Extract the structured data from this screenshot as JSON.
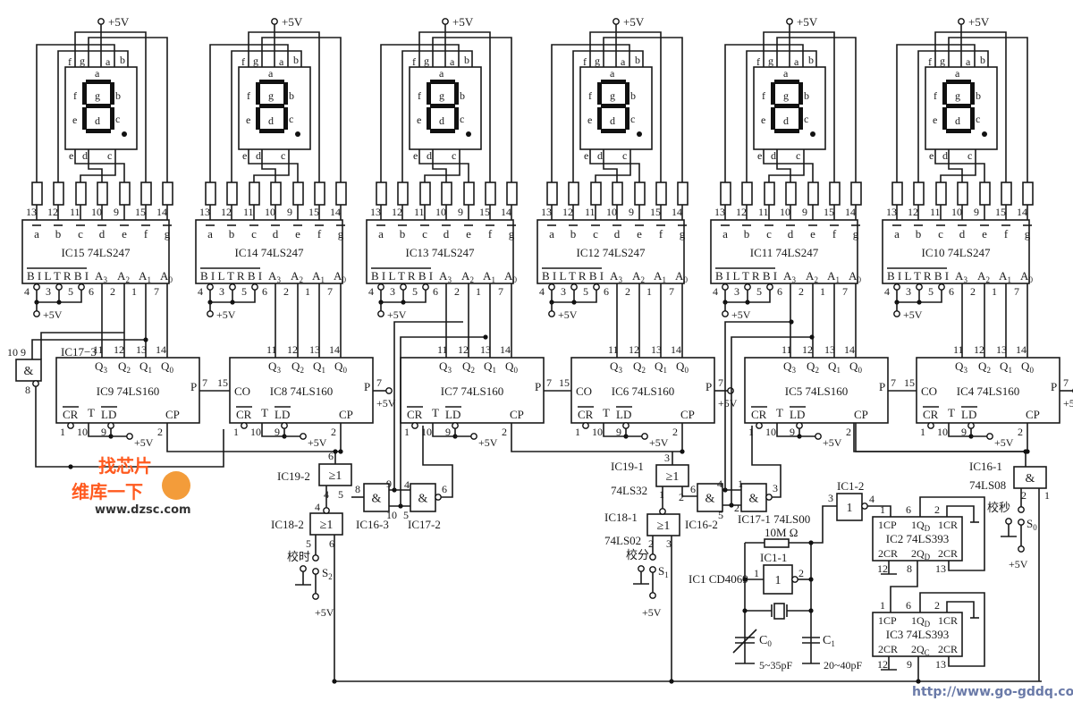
{
  "title": "Digital clock circuit (74LS160 / 74LS247 / 74LS393)",
  "supply": "+5V",
  "displays": [
    {
      "decoder": "IC15 74LS247",
      "counter": "IC9 74LS160"
    },
    {
      "decoder": "IC14 74LS247",
      "counter": "IC8 74LS160"
    },
    {
      "decoder": "IC13 74LS247",
      "counter": "IC7 74LS160"
    },
    {
      "decoder": "IC12 74LS247",
      "counter": "IC6 74LS160"
    },
    {
      "decoder": "IC11 74LS247",
      "counter": "IC5 74LS160"
    },
    {
      "decoder": "IC10 74LS247",
      "counter": "IC4 74LS160"
    }
  ],
  "segment_labels": {
    "a": "a",
    "b": "b",
    "c": "c",
    "d": "d",
    "e": "e",
    "f": "f",
    "g": "g"
  },
  "decoder_pins_top": [
    "13",
    "12",
    "11",
    "10",
    "9",
    "15",
    "14"
  ],
  "decoder_outputs": [
    "a",
    "b",
    "c",
    "d",
    "e",
    "f",
    "g"
  ],
  "decoder_inputs": [
    "BI",
    "LT",
    "RBI",
    "A3",
    "A2",
    "A1",
    "A0"
  ],
  "decoder_input_pins": [
    "4",
    "3",
    "5",
    "6",
    "2",
    "1",
    "7"
  ],
  "counter_pins_top": [
    "11",
    "12",
    "13",
    "14"
  ],
  "counter_outputs": [
    "Q3",
    "Q2",
    "Q1",
    "Q0"
  ],
  "counter_labels": {
    "co": "CO",
    "p": "P",
    "cr": "CR",
    "t": "T",
    "ld": "LD",
    "cp": "CP"
  },
  "counter_pins": {
    "p": "7",
    "co": "15",
    "cr": "1",
    "t": "10",
    "ld": "9",
    "cp": "2"
  },
  "gates": {
    "ic17_3": {
      "label": "IC17−3",
      "symbol": "&",
      "pins": [
        "10",
        "9",
        "8"
      ]
    },
    "ic19_2": {
      "label": "IC19-2",
      "symbol": "≥1",
      "pins": [
        "6",
        "4",
        "5"
      ]
    },
    "ic18_2": {
      "label": "IC18-2",
      "symbol": "≥1",
      "pins": [
        "4",
        "5",
        "6"
      ]
    },
    "ic16_3": {
      "label": "IC16-3",
      "symbol": "&",
      "pins": [
        "8",
        "9",
        "10"
      ]
    },
    "ic17_2": {
      "label": "IC17-2",
      "symbol": "&",
      "pins": [
        "4",
        "5",
        "6"
      ]
    },
    "ic19_1": {
      "label": "IC19-1",
      "sub": "74LS32",
      "symbol": "≥1",
      "pins": [
        "3",
        "1",
        "2"
      ]
    },
    "ic18_1": {
      "label": "IC18-1",
      "sub": "74LS02",
      "symbol": "≥1",
      "pins": [
        "1",
        "2",
        "3"
      ]
    },
    "ic16_2": {
      "label": "IC16-2",
      "symbol": "&",
      "pins": [
        "6",
        "4",
        "5"
      ]
    },
    "ic17_1": {
      "label": "IC17-1 74LS00",
      "symbol": "&",
      "pins": [
        "1",
        "2",
        "3"
      ]
    },
    "ic1_1": {
      "label": "IC1-1",
      "symbol": "1",
      "pins": [
        "1",
        "2"
      ]
    },
    "ic1_2": {
      "label": "IC1-2",
      "symbol": "1",
      "pins": [
        "3",
        "4"
      ]
    },
    "ic16_1": {
      "label": "IC16-1",
      "sub": "74LS08",
      "symbol": "&",
      "pins": [
        "2",
        "1"
      ]
    }
  },
  "ic1_label": "IC1 CD4069",
  "resistor": "10M Ω",
  "c0": {
    "name": "C",
    "sub": "0",
    "value": "5~35pF"
  },
  "c1": {
    "name": "C",
    "sub": "1",
    "value": "20~40pF"
  },
  "ic2": {
    "label": "IC2 74LS393",
    "pins": {
      "1cp": "1CP",
      "1qd": "1QD",
      "1cr": "1CR",
      "2cr_l": "2CR",
      "2q": "2QD",
      "2cr_r": "2CR"
    },
    "nums": [
      "1",
      "6",
      "2",
      "12",
      "8",
      "13"
    ]
  },
  "ic3": {
    "label": "IC3 74LS393",
    "pins": {
      "1cp": "1CP",
      "1qd": "1QD",
      "1cr": "1CR",
      "2cr_l": "2CR",
      "2q": "2QC",
      "2cr_r": "2CR"
    },
    "nums": [
      "1",
      "6",
      "2",
      "12",
      "9",
      "13"
    ]
  },
  "switches": {
    "s2": {
      "name": "S",
      "sub": "2",
      "label": "校时"
    },
    "s1": {
      "name": "S",
      "sub": "1",
      "label": "校分"
    },
    "s0": {
      "name": "S",
      "sub": "0",
      "label": "校秒"
    }
  },
  "watermarks": {
    "cn_top": "找芯片",
    "cn": "维库一下",
    "site1": "www.dzsc.com",
    "site2": "http://www.go-gddq.com"
  }
}
